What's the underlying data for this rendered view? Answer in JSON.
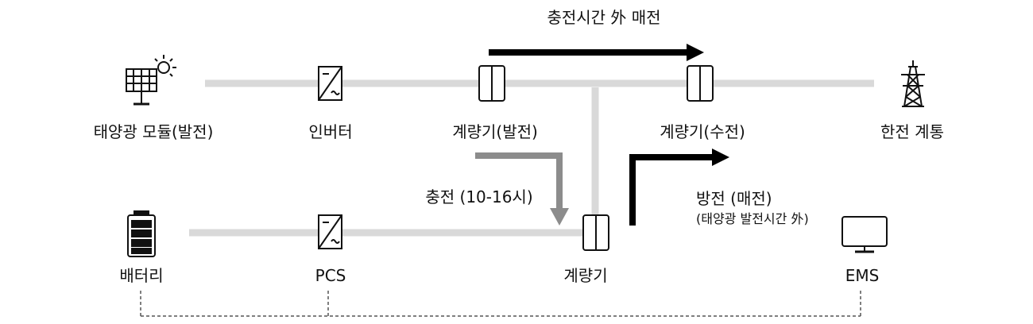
{
  "labels": {
    "solar": "태양광 모듈(발전)",
    "inverter": "인버터",
    "meter_gen": "계량기(발전)",
    "meter_recv": "계량기(수전)",
    "grid": "한전 계통",
    "battery": "배터리",
    "pcs": "PCS",
    "meter": "계량기",
    "ems": "EMS"
  },
  "flows": {
    "off_hours_sale": "충전시간 外 매전",
    "charge": "충전 (10-16시)",
    "discharge": "방전 (매전)",
    "discharge_note": "(태양광 발전시간 外)"
  },
  "colors": {
    "line": "#d9d9d9",
    "arrow_dark": "#000000",
    "arrow_gray": "#8c8c8c",
    "icon": "#111111",
    "dashed": "#555555"
  }
}
